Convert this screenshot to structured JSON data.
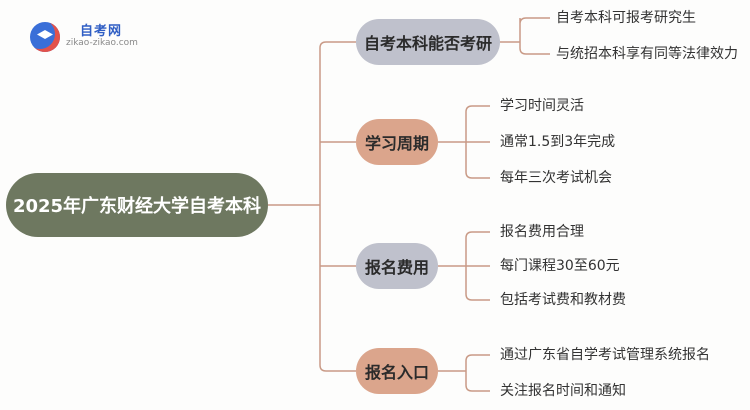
{
  "logo": {
    "title": "自考网",
    "subtitle": "zikao-zikao.com"
  },
  "root": {
    "label": "2025年广东财经大学自考本科"
  },
  "branches": [
    {
      "label": "自考本科能否考研",
      "leaves": [
        "自考本科可报考研究生",
        "与统招本科享有同等法律效力"
      ]
    },
    {
      "label": "学习周期",
      "leaves": [
        "学习时间灵活",
        "通常1.5到3年完成",
        "每年三次考试机会"
      ]
    },
    {
      "label": "报名费用",
      "leaves": [
        "报名费用合理",
        "每门课程30至60元",
        "包括考试费和教材费"
      ]
    },
    {
      "label": "报名入口",
      "leaves": [
        "通过广东省自学考试管理系统报名",
        "关注报名时间和通知"
      ]
    }
  ],
  "colors": {
    "connector": "#c99a86",
    "root": "#6e7860",
    "branch_gray": "#bfc1cc",
    "branch_salmon": "#dba58c"
  }
}
